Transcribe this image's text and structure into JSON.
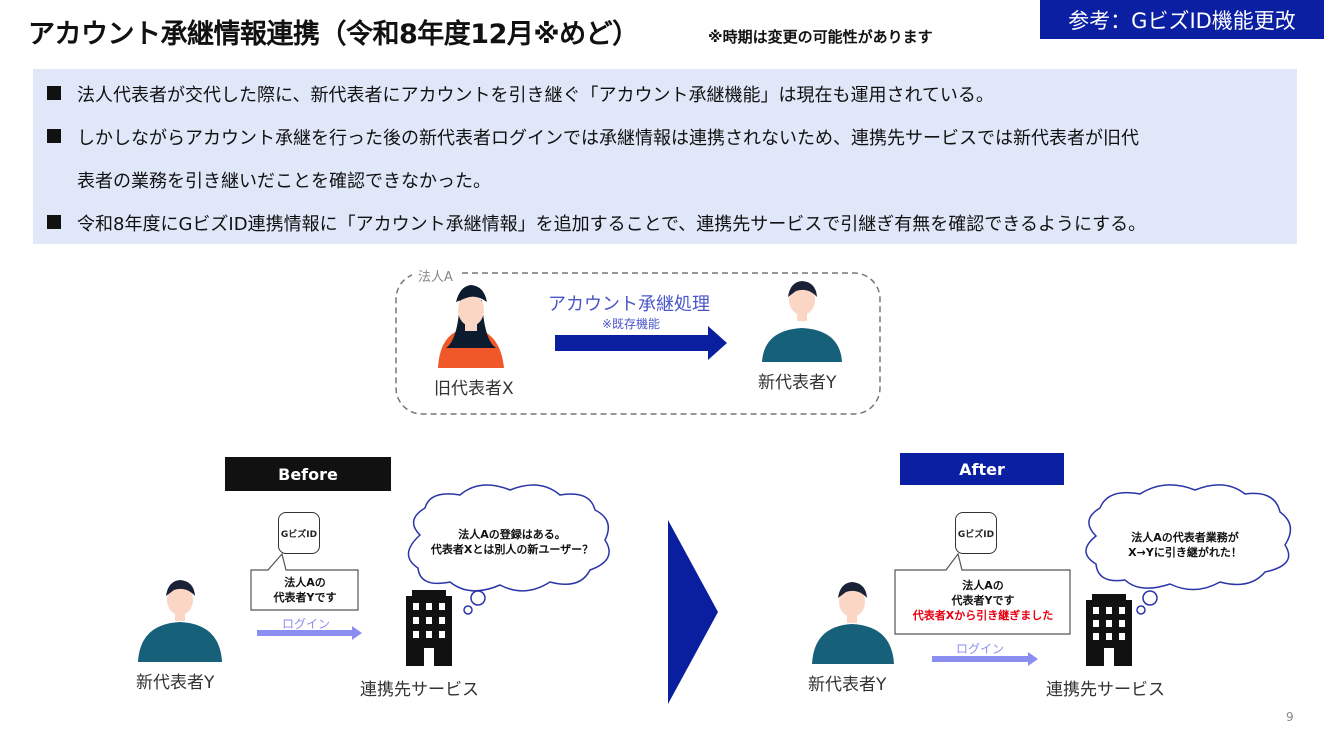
{
  "header": {
    "title": "アカウント承継情報連携（令和8年度12月※めど）",
    "note": "※時期は変更の可能性があります",
    "badge": "参考：GビズID機能更改"
  },
  "summary": {
    "bullets": [
      "法人代表者が交代した際に、新代表者にアカウントを引き継ぐ「アカウント承継機能」は現在も運用されている。",
      "しかしながらアカウント承継を行った後の新代表者ログインでは承継情報は連携されないため、連携先サービスでは新代表者が旧代",
      "令和8年度にGビズID連携情報に「アカウント承継情報」を追加することで、連携先サービスで引継ぎ有無を確認できるようにする。"
    ],
    "bullet2_cont": "表者の業務を引き継いだことを確認できなかった。"
  },
  "top_diagram": {
    "group_label": "法人A",
    "process_label": "アカウント承継処理",
    "process_sub": "※既存機能",
    "old_rep": "旧代表者X",
    "new_rep": "新代表者Y"
  },
  "before": {
    "label": "Before",
    "gbiz": "GビズID",
    "speech": [
      "法人Aの",
      "代表者Yです"
    ],
    "login": "ログイン",
    "user": "新代表者Y",
    "service": "連携先サービス",
    "thought": [
      "法人Aの登録はある。",
      "代表者Xとは別人の新ユーザー？"
    ]
  },
  "after": {
    "label": "After",
    "gbiz": "GビズID",
    "speech": [
      "法人Aの",
      "代表者Yです"
    ],
    "speech_highlight": "代表者Xから引き継ぎました",
    "login": "ログイン",
    "user": "新代表者Y",
    "service": "連携先サービス",
    "thought": [
      "法人Aの代表者業務が",
      "X→Yに引き継がれた！"
    ]
  },
  "page_number": "9",
  "colors": {
    "brand": "#0b1fa3",
    "summary_bg": "#dfe7f8",
    "arrow_blue": "#0a1fa0",
    "login_arrow": "#8a8ef0",
    "person_teal": "#17607a",
    "person_orange": "#f0582a",
    "highlight_red": "#e60012"
  }
}
